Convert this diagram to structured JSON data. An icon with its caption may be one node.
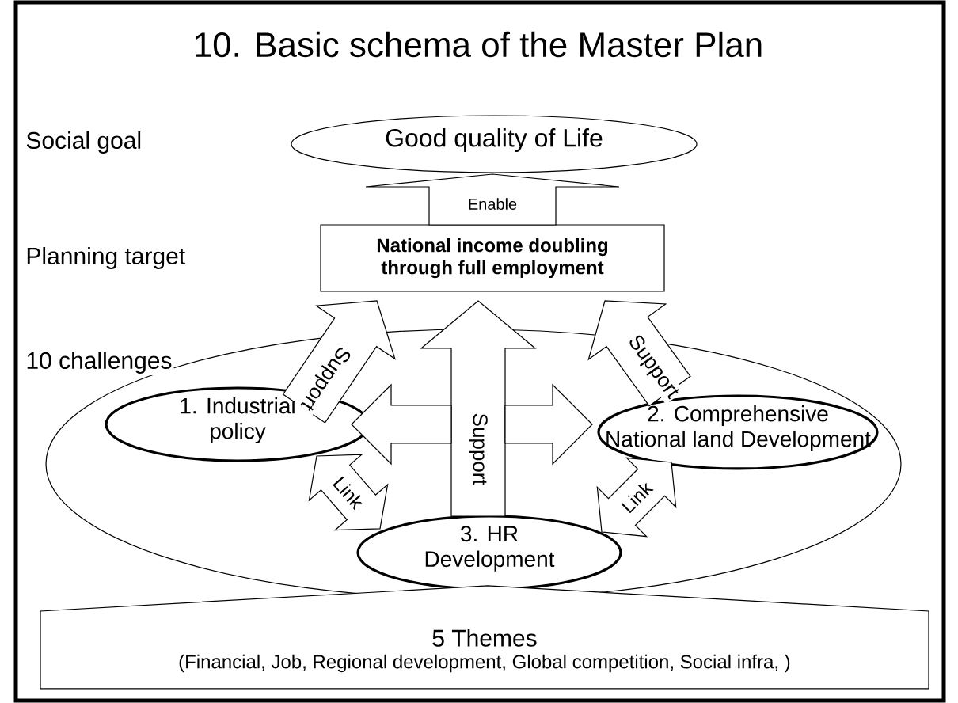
{
  "diagram": {
    "title": "10. Basic schema of the Master Plan",
    "nodes": [
      {
        "text": [
          "Good quality of Life"
        ]
      },
      {
        "text": [
          "National income doubling through full employment"
        ]
      },
      {
        "text": [
          "10 challenges"
        ]
      },
      {
        "text": [
          "1. Industrial policy"
        ],
        "in": 2
      },
      {
        "text": [
          "2. Comprehensive National land Development"
        ],
        "in": 2
      },
      {
        "text": [
          "3. HR Development"
        ],
        "in": 2
      },
      {
        "text": [
          "5 Themes",
          "(Financial, Job, Regional development, Global competition, Social infra, )"
        ]
      }
    ],
    "edges": [
      {
        "from": 1,
        "to": 0,
        "arrow": "to",
        "label": "Enable"
      },
      {
        "from": 3,
        "to": 1,
        "arrow": "to",
        "label": "Support"
      },
      {
        "from": 4,
        "to": 1,
        "arrow": "to",
        "label": "Support"
      },
      {
        "from": 5,
        "to": 1,
        "arrow": "to",
        "label": "Support"
      },
      {
        "from": 5,
        "to": 3,
        "arrow": "to"
      },
      {
        "from": 5,
        "to": 4,
        "arrow": "to"
      },
      {
        "from": 3,
        "to": 5,
        "arrow": "both",
        "label": "Link"
      },
      {
        "from": 4,
        "to": 5,
        "arrow": "both",
        "label": "Link"
      }
    ],
    "labels": [
      "Social goal",
      "Planning target"
    ]
  }
}
